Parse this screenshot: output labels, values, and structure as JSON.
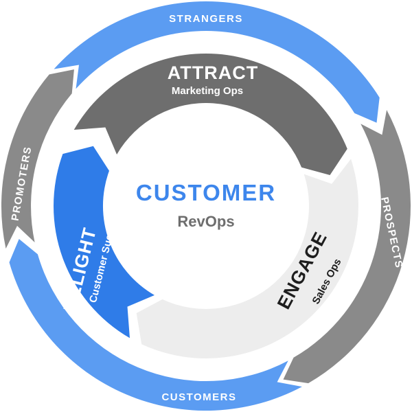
{
  "colors": {
    "blue": "#5b9cf2",
    "gray": "#8a8a8a",
    "dark_gray": "#6e6e6e",
    "deep_blue": "#2f7ce8",
    "light_gray": "#ededed",
    "center_title": "#3d86ec",
    "center_sub": "#6e6e6e",
    "label_dark": "#1e1e1e"
  },
  "outer_ring": {
    "top": "STRANGERS",
    "right": "PROSPECTS",
    "bottom": "CUSTOMERS",
    "left": "PROMOTERS"
  },
  "inner_ring": {
    "attract": {
      "title": "ATTRACT",
      "subtitle": "Marketing Ops"
    },
    "engage": {
      "title": "ENGAGE",
      "subtitle": "Sales Ops"
    },
    "delight": {
      "title": "DELIGHT",
      "subtitle": "Customer Success Ops"
    }
  },
  "center": {
    "title": "CUSTOMER",
    "subtitle": "RevOps"
  }
}
